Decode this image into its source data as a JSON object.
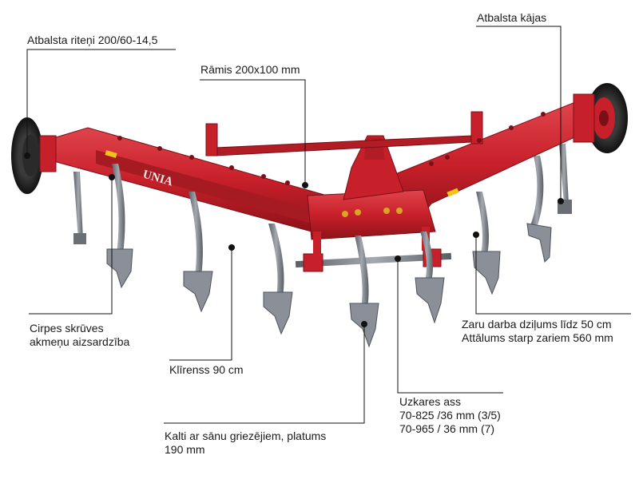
{
  "colors": {
    "frame": "#c8202a",
    "frame_dark": "#8e1219",
    "frame_light": "#e0444c",
    "steel": "#8a8f98",
    "steel_dark": "#4f545b",
    "tire": "#1c1c1c",
    "leader": "#111111",
    "decal": "#f0c419"
  },
  "brand": {
    "text": "UNIA"
  },
  "callouts": {
    "wheels": "Atbalsta riteņi 200/60-14,5",
    "legs": "Atbalsta kājas",
    "frame": "Rāmis 200x100 mm",
    "shear_bolts_line1": "Cirpes skrūves",
    "shear_bolts_line2": "akmeņu aizsardzība",
    "clearance": "Klīrenss 90 cm",
    "depth_line1": "Zaru darba dziļums līdz 50 cm",
    "depth_line2": "Attālums starp zariem 560 mm",
    "axle_line1": "Uzkares ass",
    "axle_line2": "70-825 /36 mm (3/5)",
    "axle_line3": "70-965 / 36 mm (7)",
    "chisels_line1": "Kalti ar sānu griezējiem, platums",
    "chisels_line2": "190 mm"
  }
}
